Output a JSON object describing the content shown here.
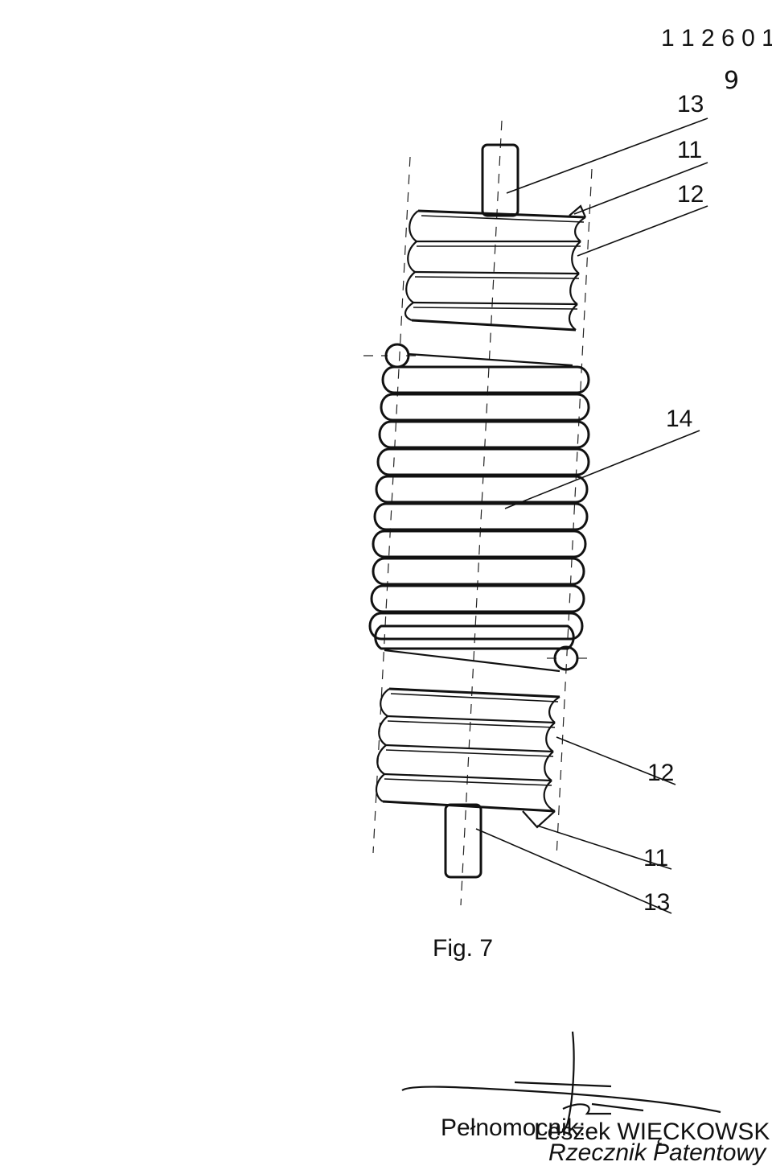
{
  "document": {
    "patent_number": "1 1 2 6 0 1",
    "page_number": "9",
    "figure_caption": "Fig. 7"
  },
  "labels": {
    "top_13": "13",
    "top_11": "11",
    "top_12": "12",
    "label_14": "14",
    "bottom_12": "12",
    "bottom_11": "11",
    "bottom_13": "13"
  },
  "signature": {
    "role": "Pełnomocnik:",
    "name": "Leszek WIĘCKOWSKI",
    "title": "Rzecznik Patentowy"
  }
}
